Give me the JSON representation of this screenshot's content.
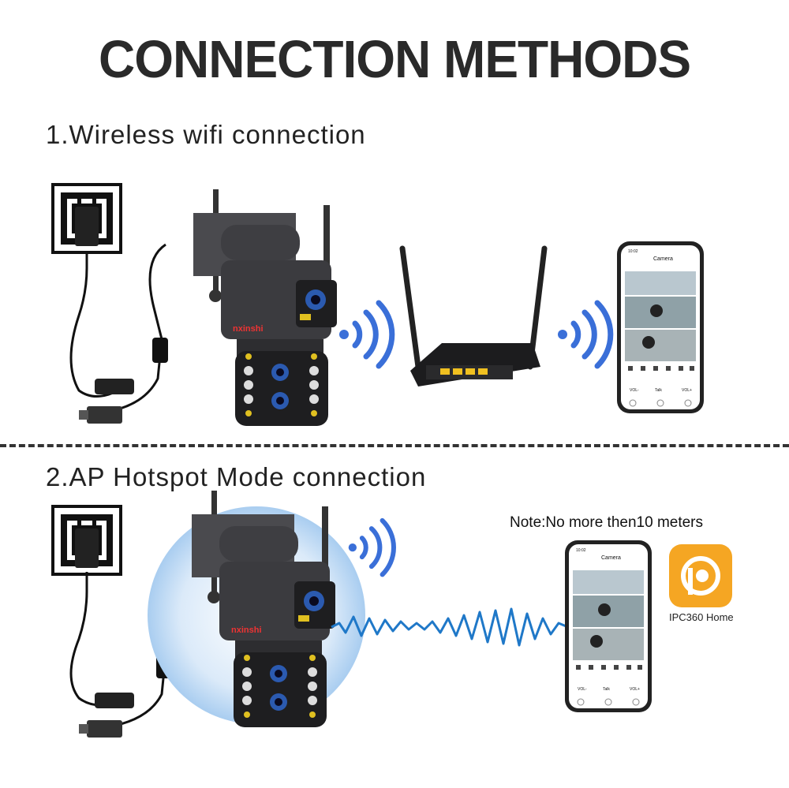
{
  "title": "CONNECTION METHODS",
  "section1": {
    "label": "1.Wireless wifi connection"
  },
  "section2": {
    "label": "2.AP Hotspot Mode connection",
    "note": "Note:No more then10 meters"
  },
  "camera": {
    "brand": "nxinshi"
  },
  "phone": {
    "time": "10:02",
    "screen_title": "Camera",
    "controls": [
      "VOL-",
      "Talk",
      "VOL+"
    ]
  },
  "app": {
    "name": "IPC360 Home",
    "accent": "#f5a623"
  },
  "colors": {
    "signal": "#3a6fd8",
    "wave": "#1f78c8",
    "camera_body": "#3b3b3f"
  }
}
